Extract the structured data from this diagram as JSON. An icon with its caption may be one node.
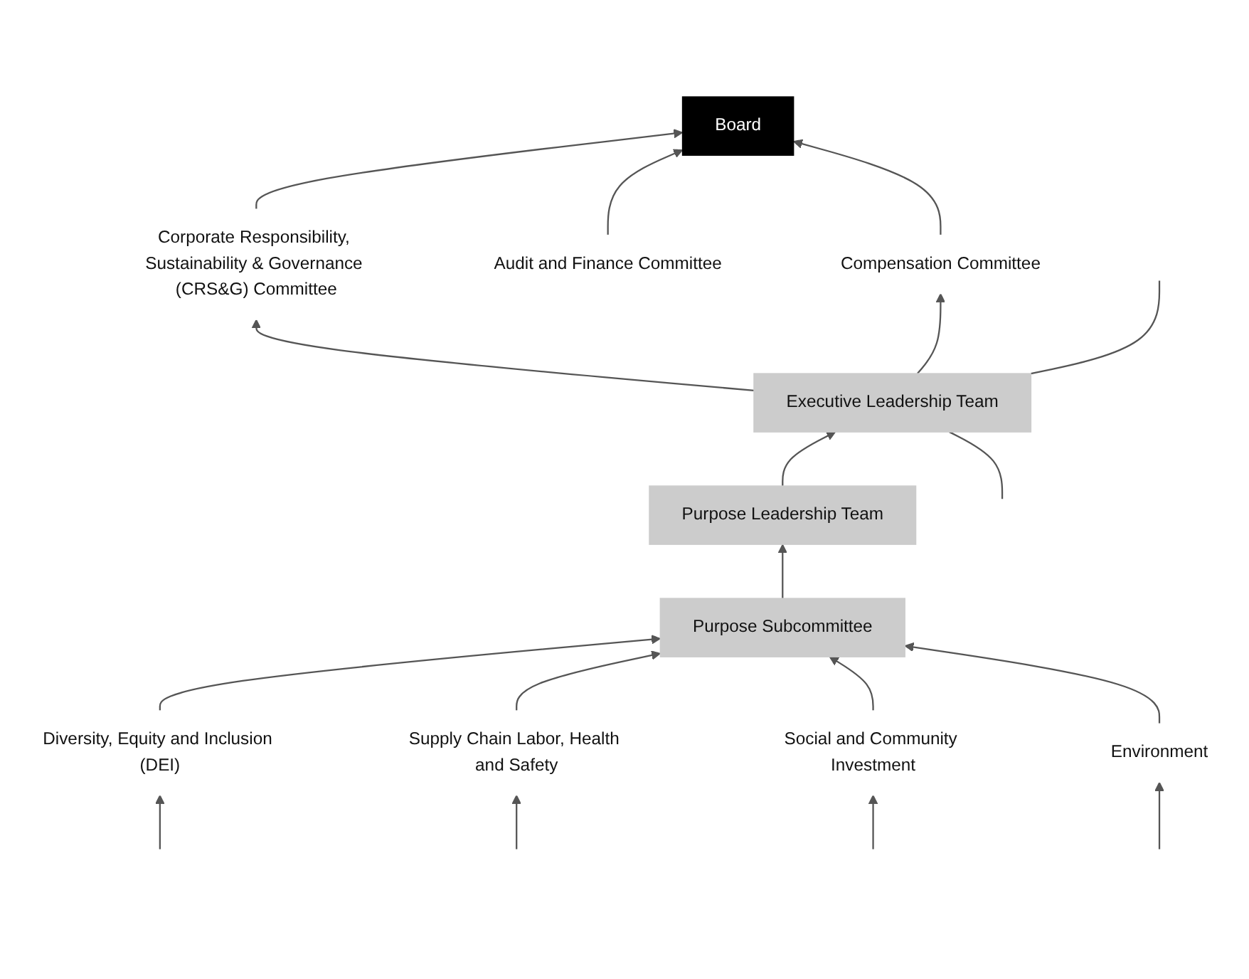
{
  "diagram": {
    "nodes": [
      {
        "text": [
          "Board"
        ]
      },
      {
        "text": [
          "Corporate Responsibility, Sustainability & Governance (CRS&G) Committee"
        ]
      },
      {
        "text": [
          "Audit and Finance Committee"
        ]
      },
      {
        "text": [
          "Compensation Committee"
        ]
      },
      {
        "text": [
          "Executive Leadership Team"
        ]
      },
      {
        "text": [
          "Purpose Leadership Team"
        ]
      },
      {
        "text": [
          "Purpose Subcommittee"
        ]
      },
      {
        "text": [
          "Diversity, Equity and Inclusion (DEI)"
        ]
      },
      {
        "text": [
          "Supply Chain Labor, Health and Safety"
        ]
      },
      {
        "text": [
          "Social and Community Investment"
        ]
      },
      {
        "text": [
          "Environment"
        ]
      }
    ],
    "edges": [
      {
        "from": 1,
        "to": 0,
        "arrow": "to"
      },
      {
        "from": 2,
        "to": 0,
        "arrow": "to"
      },
      {
        "from": 3,
        "to": 0,
        "arrow": "to"
      },
      {
        "from": 4,
        "to": 1,
        "arrow": "to"
      },
      {
        "from": 4,
        "to": 3,
        "arrow": "to"
      },
      {
        "from": 5,
        "to": 4,
        "arrow": "to"
      },
      {
        "from": 6,
        "to": 5,
        "arrow": "to"
      },
      {
        "from": 7,
        "to": 6,
        "arrow": "to"
      },
      {
        "from": 8,
        "to": 6,
        "arrow": "to"
      },
      {
        "from": 9,
        "to": 6,
        "arrow": "to"
      },
      {
        "from": 10,
        "to": 6,
        "arrow": "to"
      },
      {
        "from": null,
        "to": 7,
        "arrow": "to"
      },
      {
        "from": null,
        "to": 8,
        "arrow": "to"
      },
      {
        "from": null,
        "to": 9,
        "arrow": "to"
      },
      {
        "from": null,
        "to": 10,
        "arrow": "to"
      },
      {
        "from": null,
        "to": 4,
        "arrow": "none"
      },
      {
        "from": 4,
        "to": null,
        "arrow": "none"
      }
    ]
  }
}
